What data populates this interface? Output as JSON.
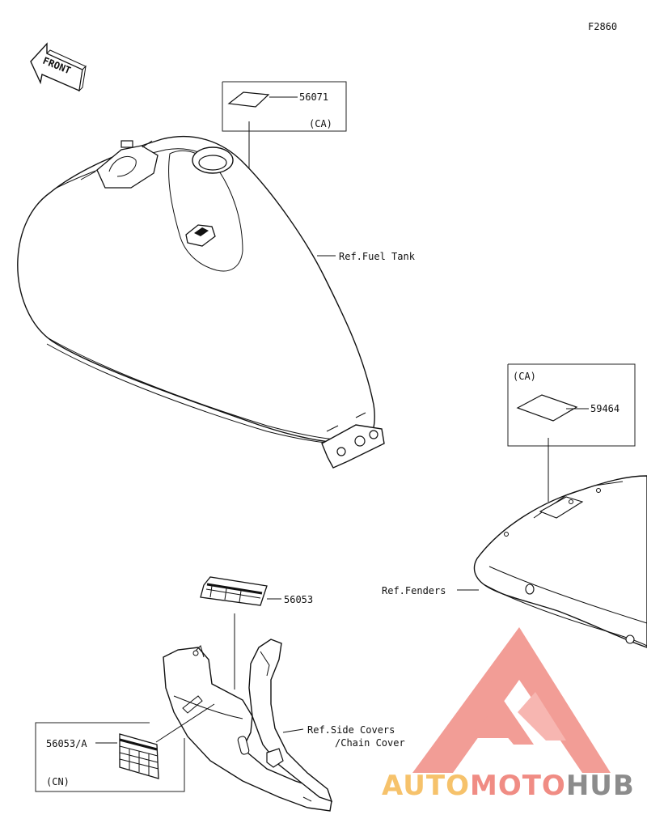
{
  "figure_code": "F2860",
  "front_label": "FRONT",
  "callouts": {
    "fuel_tank_label": {
      "part_no": "56071",
      "region": "(CA)"
    },
    "fender_label": {
      "part_no": "59464",
      "region": "(CA)"
    },
    "side_cover_label": {
      "part_no": "56053"
    },
    "chain_cover_label": {
      "part_no": "56053/A",
      "region": "(CN)"
    }
  },
  "refs": {
    "fuel_tank": "Ref.Fuel Tank",
    "fenders": "Ref.Fenders",
    "side_covers_line1": "Ref.Side Covers",
    "side_covers_line2": "/Chain Cover"
  },
  "watermark": {
    "word_auto": "AUTO",
    "word_moto": "MOTO",
    "word_hub": "HUB",
    "color_auto": "#f6c26b",
    "color_moto": "#f08c84",
    "color_hub": "#8c8c8c",
    "color_logo": "#f08c84"
  }
}
